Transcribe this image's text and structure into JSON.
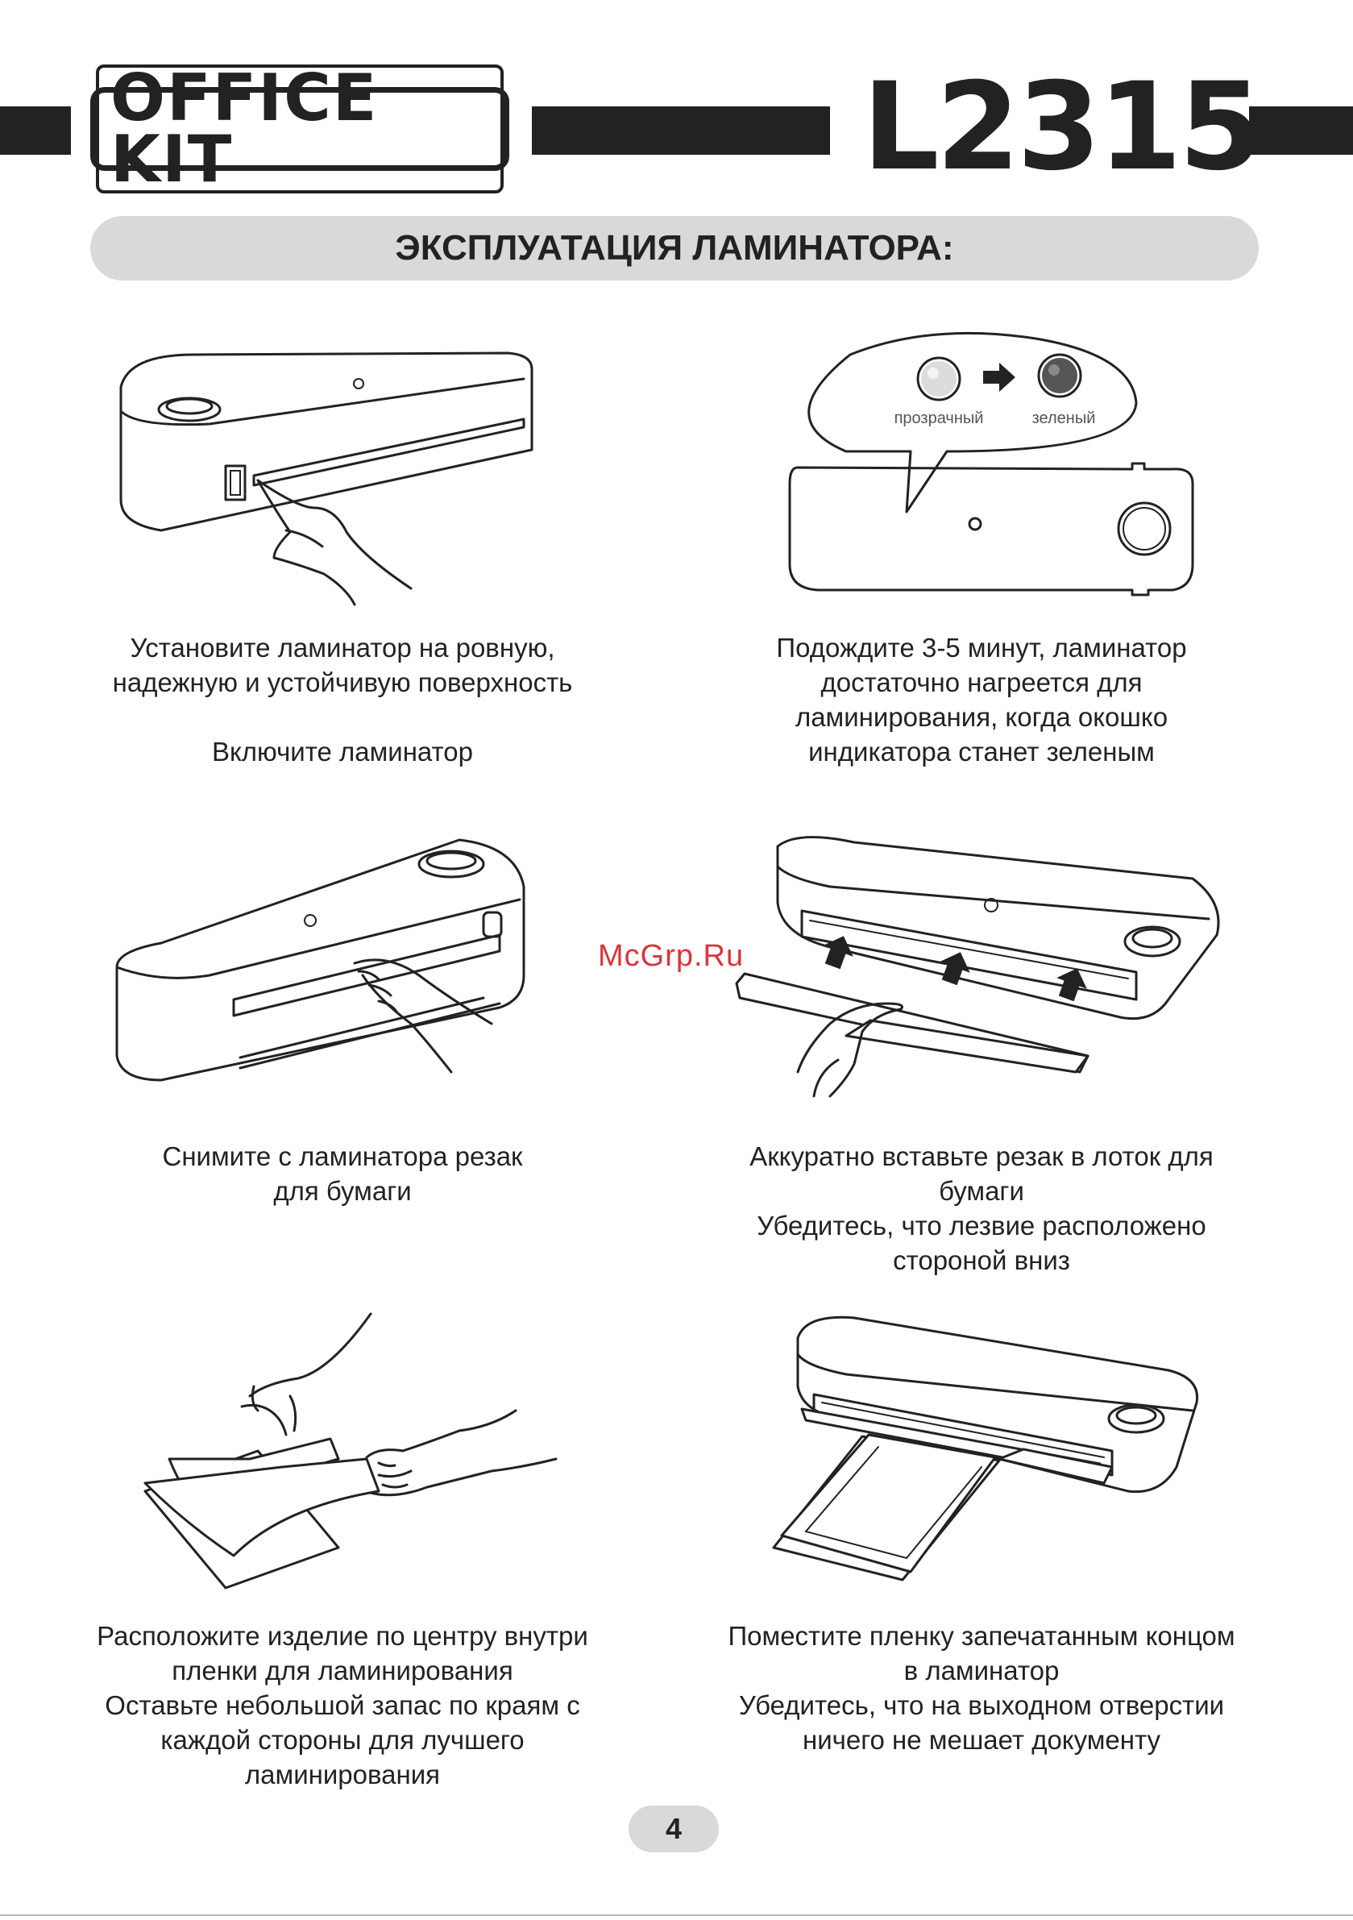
{
  "header": {
    "brand": "OFFICE KIT",
    "model": "L2315"
  },
  "section_title": "ЭКСПЛУАТАЦИЯ ЛАМИНАТОРА:",
  "steps": [
    {
      "caption": "Установите ламинатор на ровную,\nнадежную и устойчивую поверхность\n\nВключите ламинатор"
    },
    {
      "caption": "Подождите 3-5 минут, ламинатор\nдостаточно нагреется для\nламинирования, когда окошко\nиндикатора станет зеленым",
      "indicator": {
        "from_label": "прозрачный",
        "to_label": "зеленый"
      }
    },
    {
      "caption": "Снимите с ламинатора резак\nдля бумаги"
    },
    {
      "caption": "Аккуратно вставьте резак в лоток для\nбумаги\nУбедитесь, что  лезвие расположено\nстороной вниз"
    },
    {
      "caption": "Расположите изделие по центру внутри\nпленки для ламинирования\nОставьте небольшой запас по краям с\nкаждой стороны для лучшего\nламинирования"
    },
    {
      "caption": "Поместите пленку запечатанным концом\nв ламинатор\nУбедитесь, что на выходном отверстии\nничего не мешает документу"
    }
  ],
  "watermark": "McGrp.Ru",
  "page_number": "4",
  "colors": {
    "ink": "#222222",
    "panel": "#d9d9d9",
    "watermark": "#d9363e"
  }
}
